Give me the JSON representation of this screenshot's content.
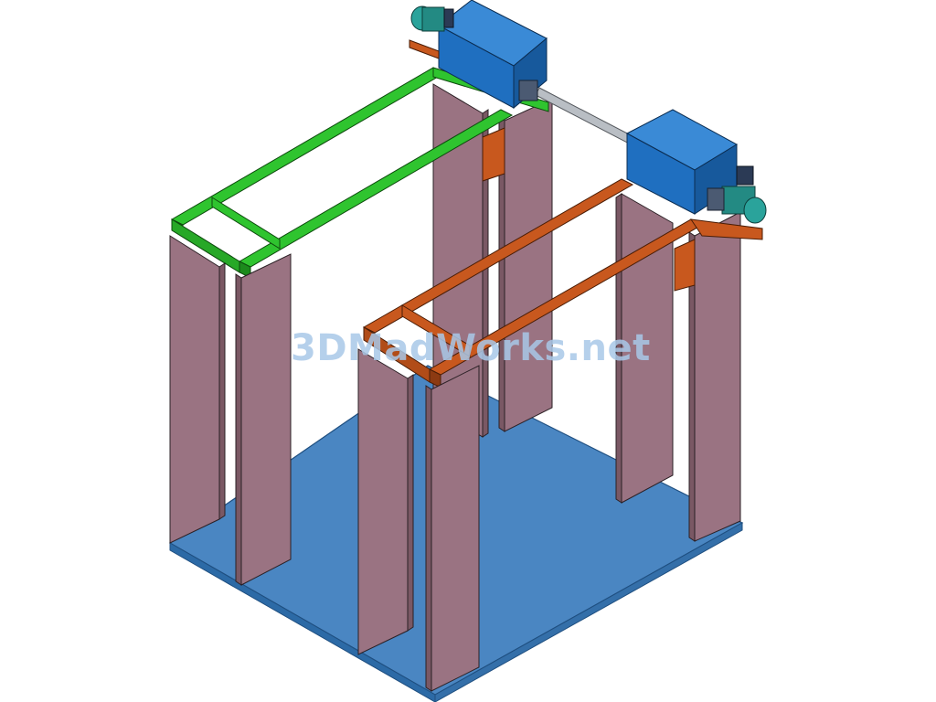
{
  "watermark": {
    "text": "3DMadWorks.net"
  },
  "colors": {
    "background": "#ffffff",
    "base_plate": "#4a86c2",
    "base_plate_edge": "#1f4f80",
    "pillar": "#9a7382",
    "pillar_side": "#7a5864",
    "pillar_edge": "#2b2025",
    "green_frame": "#2fc42f",
    "green_frame_dark": "#1c8a1c",
    "orange_frame": "#c8581e",
    "orange_frame_dark": "#8c3a12",
    "gearbox": "#1f6fc0",
    "gearbox_top": "#3a8ad6",
    "motor": "#2aa39b",
    "shaft": "#b9bec4"
  },
  "components": [
    "base-plate",
    "pillar",
    "green-lift-frame",
    "orange-lift-frame",
    "gearbox-housing",
    "drive-motor",
    "connecting-shaft"
  ]
}
